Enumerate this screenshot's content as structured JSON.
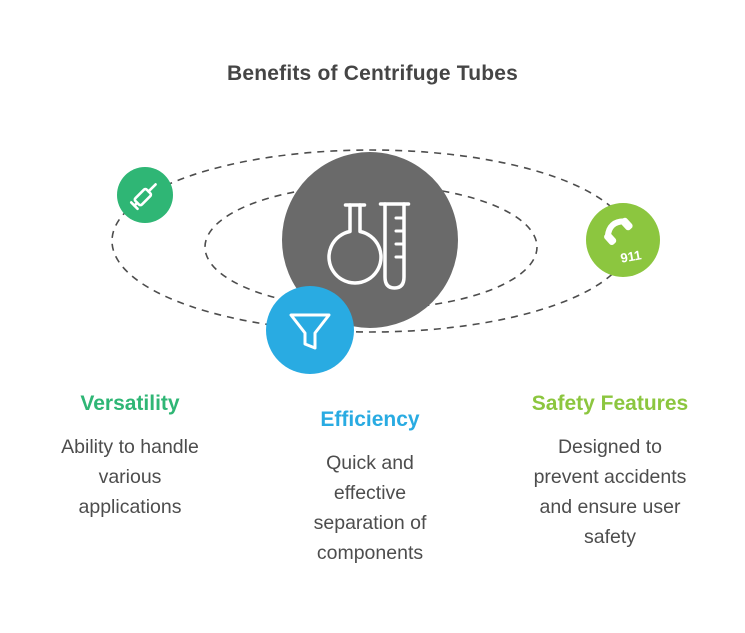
{
  "title": "Benefits of Centrifuge Tubes",
  "colors": {
    "versatility": "#2fb675",
    "efficiency": "#29abe2",
    "safety": "#8cc63f",
    "center": "#6a6a6a",
    "orbit_line": "#4d4d4d",
    "body_text": "#4d4d4d"
  },
  "diagram": {
    "center_icon": "flask-and-test-tube-icon",
    "orbit_count": 2,
    "badge": "911",
    "node_icons": [
      "syringe-icon",
      "funnel-icon",
      "phone-911-icon"
    ]
  },
  "items": [
    {
      "heading": "Versatility",
      "body": "Ability to handle\nvarious\napplications",
      "color": "#2fb675",
      "icon": "syringe-icon"
    },
    {
      "heading": "Efficiency",
      "body": "Quick and\neffective\nseparation of\ncomponents",
      "color": "#29abe2",
      "icon": "funnel-icon"
    },
    {
      "heading": "Safety Features",
      "body": "Designed to\nprevent accidents\nand ensure user\nsafety",
      "color": "#8cc63f",
      "icon": "phone-911-icon"
    }
  ]
}
